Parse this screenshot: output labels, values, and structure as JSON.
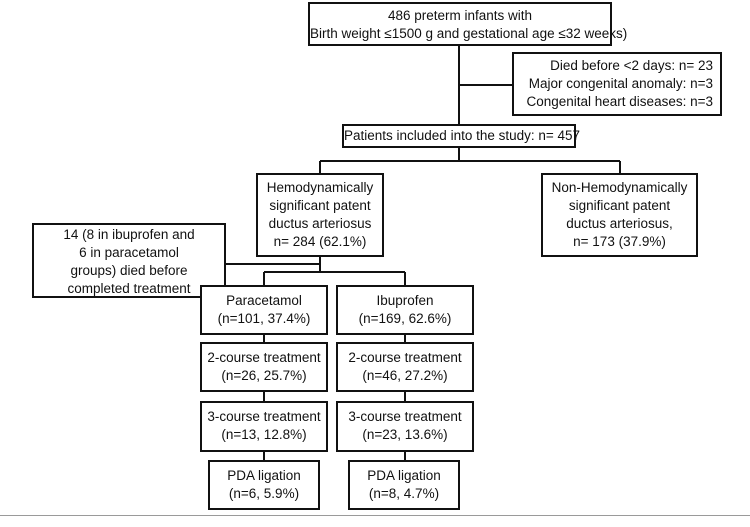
{
  "flowchart": {
    "cohort": {
      "lines": [
        "486 preterm infants with",
        "Birth weight ≤1500 g and gestational age ≤32 weeks)"
      ]
    },
    "exclusions": {
      "lines": [
        "Died before <2 days: n= 23",
        "Major congenital  anomaly:  n=3",
        "Congenital heart diseases: n=3"
      ]
    },
    "included": {
      "lines": [
        "Patients included into the study: n= 457"
      ]
    },
    "hs_pda": {
      "lines": [
        "Hemodynamically",
        "significant patent",
        "ductus arteriosus",
        "n= 284 (62.1%)"
      ]
    },
    "non_hs_pda": {
      "lines": [
        "Non-Hemodynamically",
        "significant  patent",
        "ductus arteriosus,",
        "n= 173 (37.9%)"
      ]
    },
    "died_before_treatment": {
      "lines": [
        "14 (8 in ibuprofen and",
        "6 in paracetamol",
        "groups) died before",
        "completed treatment"
      ]
    },
    "paracetamol": {
      "arm": {
        "lines": [
          "Paracetamol",
          "(n=101, 37.4%)"
        ]
      },
      "course2": {
        "lines": [
          "2-course treatment",
          "(n=26, 25.7%)"
        ]
      },
      "course3": {
        "lines": [
          "3-course treatment",
          "(n=13, 12.8%)"
        ]
      },
      "ligation": {
        "lines": [
          "PDA ligation",
          "(n=6, 5.9%)"
        ]
      }
    },
    "ibuprofen": {
      "arm": {
        "lines": [
          "Ibuprofen",
          "(n=169, 62.6%)"
        ]
      },
      "course2": {
        "lines": [
          "2-course treatment",
          "(n=46, 27.2%)"
        ]
      },
      "course3": {
        "lines": [
          "3-course treatment",
          "(n=23, 13.6%)"
        ]
      },
      "ligation": {
        "lines": [
          "PDA ligation",
          "(n=8, 4.7%)"
        ]
      }
    }
  }
}
